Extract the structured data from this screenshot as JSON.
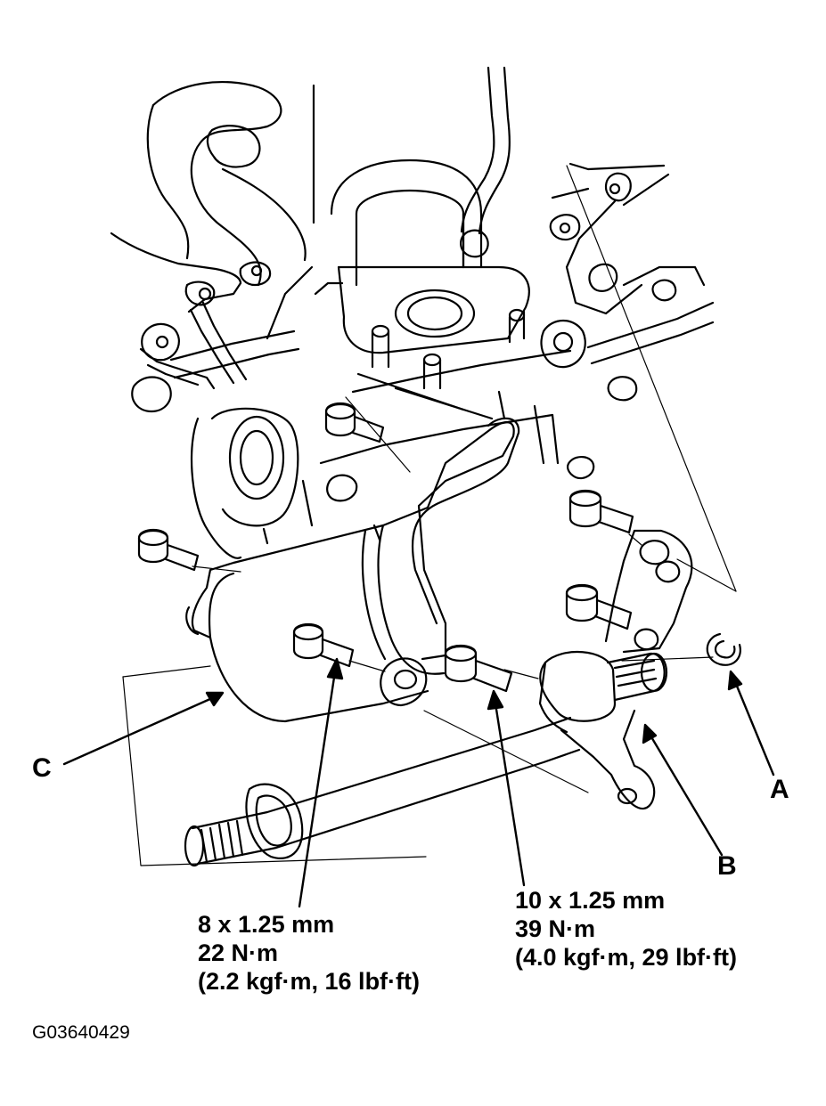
{
  "callouts": {
    "a": "A",
    "b": "B",
    "c": "C"
  },
  "spec_left": {
    "size": "8 x 1.25 mm",
    "torque_nm": "22 N·m",
    "torque_alt": "(2.2 kgf·m, 16 lbf·ft)"
  },
  "spec_right": {
    "size": "10 x 1.25 mm",
    "torque_nm": "39 N·m",
    "torque_alt": "(4.0 kgf·m, 29 lbf·ft)"
  },
  "figure_id": "G03640429",
  "colors": {
    "ink": "#000000",
    "paper": "#ffffff"
  }
}
